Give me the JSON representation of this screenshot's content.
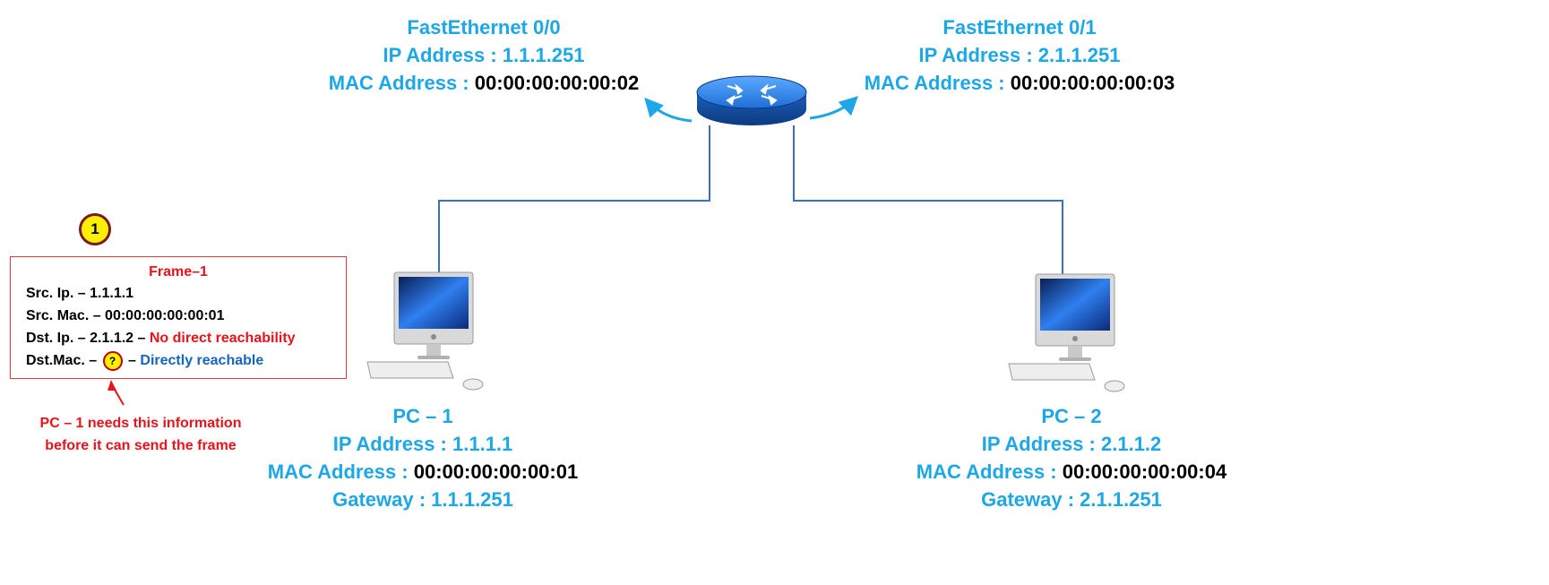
{
  "router": {
    "fa00": {
      "name": "FastEthernet 0/0",
      "ip_label": "IP Address : ",
      "ip": "1.1.1.251",
      "mac_label": "MAC Address : ",
      "mac": "00:00:00:00:00:02"
    },
    "fa01": {
      "name": "FastEthernet 0/1",
      "ip_label": "IP Address : ",
      "ip": "2.1.1.251",
      "mac_label": "MAC Address : ",
      "mac": "00:00:00:00:00:03"
    }
  },
  "pc1": {
    "name": "PC – 1",
    "ip_label": "IP Address : ",
    "ip": "1.1.1.1",
    "mac_label": "MAC Address : ",
    "mac": "00:00:00:00:00:01",
    "gw_label": "Gateway : ",
    "gw": "1.1.1.251"
  },
  "pc2": {
    "name": "PC – 2",
    "ip_label": "IP Address : ",
    "ip": "2.1.1.2",
    "mac_label": "MAC Address : ",
    "mac": "00:00:00:00:00:04",
    "gw_label": "Gateway : ",
    "gw": "2.1.1.251"
  },
  "frame": {
    "step": "1",
    "title": "Frame–1",
    "src_ip": "Src. Ip. – 1.1.1.1",
    "src_mac": "Src. Mac. – 00:00:00:00:00:01",
    "dst_ip": "Dst. Ip. – 2.1.1.2 – ",
    "dst_ip_note": "No direct reachability",
    "dst_mac": "Dst.Mac. – ",
    "dst_mac_q": "?",
    "dst_mac_sep": " – ",
    "dst_mac_note": "Directly reachable"
  },
  "note": {
    "line1": "PC – 1 needs this information",
    "line2": "before it can send the frame"
  },
  "colors": {
    "label": "#1ea7e6",
    "wire": "#3a6fc4",
    "router": "#1565c0",
    "alert": "#e8131b",
    "badge": "#ffef00"
  }
}
